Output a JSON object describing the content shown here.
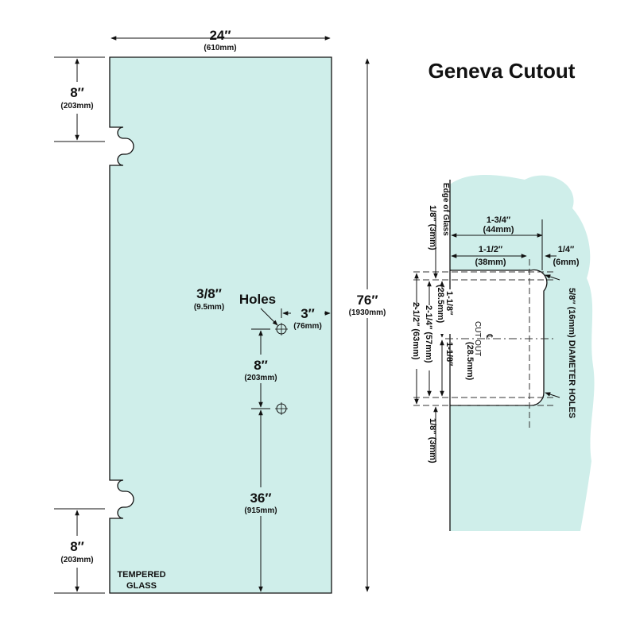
{
  "colors": {
    "glass": "#cfeeea",
    "outline": "#111111",
    "background": "#ffffff"
  },
  "panel": {
    "width": "24″",
    "width_mm": "(610mm)",
    "height": "76″",
    "height_mm": "(1930mm)",
    "top_cutout": "8″",
    "top_cutout_mm": "(203mm)",
    "bottom_cutout": "8″",
    "bottom_cutout_mm": "(203mm)",
    "hole_size": "3/8″",
    "hole_size_mm": "(9.5mm)",
    "holes_label": "Holes",
    "hole_edge": "3″",
    "hole_edge_mm": "(76mm)",
    "hole_spacing": "8″",
    "hole_spacing_mm": "(203mm)",
    "hole_height": "36″",
    "hole_height_mm": "(915mm)",
    "material_line1": "TEMPERED",
    "material_line2": "GLASS"
  },
  "detail": {
    "title": "Geneva Cutout",
    "edge_label": "Edge of Glass",
    "width_overall": "1-3/4″",
    "width_overall_mm": "(44mm)",
    "width_inner": "1-1/2″",
    "width_inner_mm": "(38mm)",
    "width_quarter": "1/4″",
    "width_quarter_mm": "(6mm)",
    "top_offset": "1/8″ (3mm)",
    "bottom_offset": "1/8″ (3mm)",
    "upper_half": "1-1/8″",
    "upper_half_mm": "(28.5mm)",
    "lower_half": "1-1/8″",
    "lower_half_mm": "(28.5mm)",
    "mid_height": "2-1/4″ (57mm)",
    "outer_height": "2-1/2″ (63mm)",
    "cutout_label": "CUT OUT",
    "centerline": "℄",
    "holes_note": "5/8″ (16mm) DIAMETER HOLES"
  }
}
